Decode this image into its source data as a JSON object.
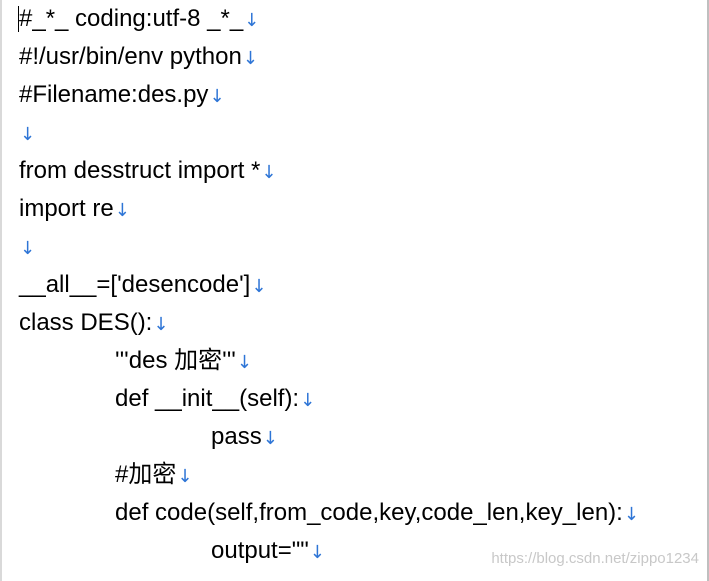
{
  "document": {
    "paragraph_mark": "↓",
    "lines": [
      {
        "text": "#_*_ coding:utf-8 _*_",
        "indent": 0
      },
      {
        "text": "#!/usr/bin/env python",
        "indent": 0
      },
      {
        "text": "#Filename:des.py",
        "indent": 0
      },
      {
        "text": "",
        "indent": 0
      },
      {
        "text": "from desstruct import *",
        "indent": 0
      },
      {
        "text": "import re",
        "indent": 0
      },
      {
        "text": "",
        "indent": 0
      },
      {
        "text": "__all__=['desencode']",
        "indent": 0
      },
      {
        "text": "class DES():",
        "indent": 0
      },
      {
        "text": "'''des 加密'''",
        "indent": 1
      },
      {
        "text": "def __init__(self):",
        "indent": 1
      },
      {
        "text": "pass",
        "indent": 2
      },
      {
        "text": "#加密",
        "indent": 1
      },
      {
        "text": "def code(self,from_code,key,code_len,key_len):",
        "indent": 1
      },
      {
        "text": "output=\"\"",
        "indent": 2
      }
    ]
  },
  "watermark": "https://blog.csdn.net/zippo1234"
}
